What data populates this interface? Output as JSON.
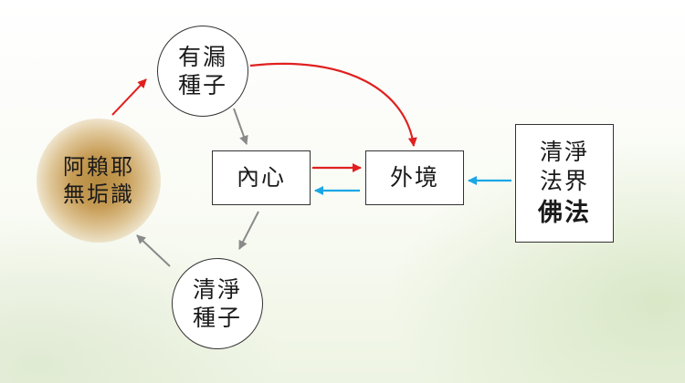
{
  "nodes": {
    "alaya": {
      "line1": "阿賴耶",
      "line2": "無垢識"
    },
    "impure_seed": {
      "line1": "有漏",
      "line2": "種子"
    },
    "pure_seed": {
      "line1": "清淨",
      "line2": "種子"
    },
    "inner_mind": {
      "label": "內心"
    },
    "outer_realm": {
      "label": "外境"
    },
    "dharma_realm": {
      "line1": "清淨",
      "line2": "法界",
      "line3": "佛法"
    }
  },
  "colors": {
    "red_arrow": "#e02020",
    "blue_arrow": "#1aa7e6",
    "gray_arrow": "#8a8a8a",
    "alaya_fill": "#c69b54"
  }
}
